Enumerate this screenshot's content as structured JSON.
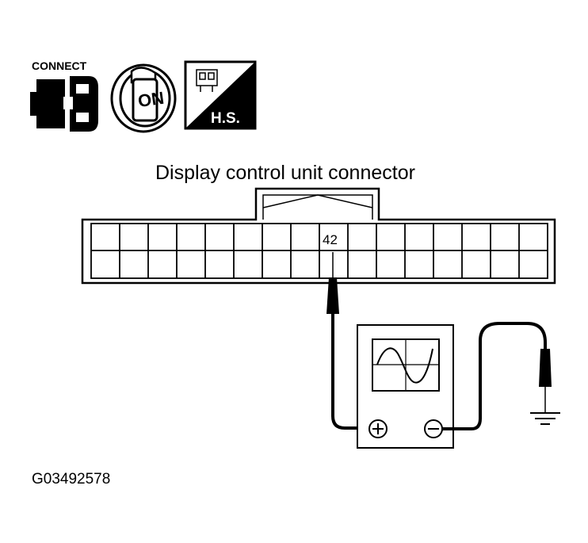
{
  "icons": {
    "connect": {
      "label": "CONNECT"
    },
    "ignition": {
      "label": "ON"
    },
    "harness": {
      "label": "H.S."
    }
  },
  "diagram": {
    "title": "Display control unit connector",
    "terminal": "42",
    "meter": {
      "plus": "+",
      "minus": "−"
    },
    "figure_id": "G03492578"
  },
  "colors": {
    "ink": "#000000",
    "paper": "#ffffff"
  }
}
